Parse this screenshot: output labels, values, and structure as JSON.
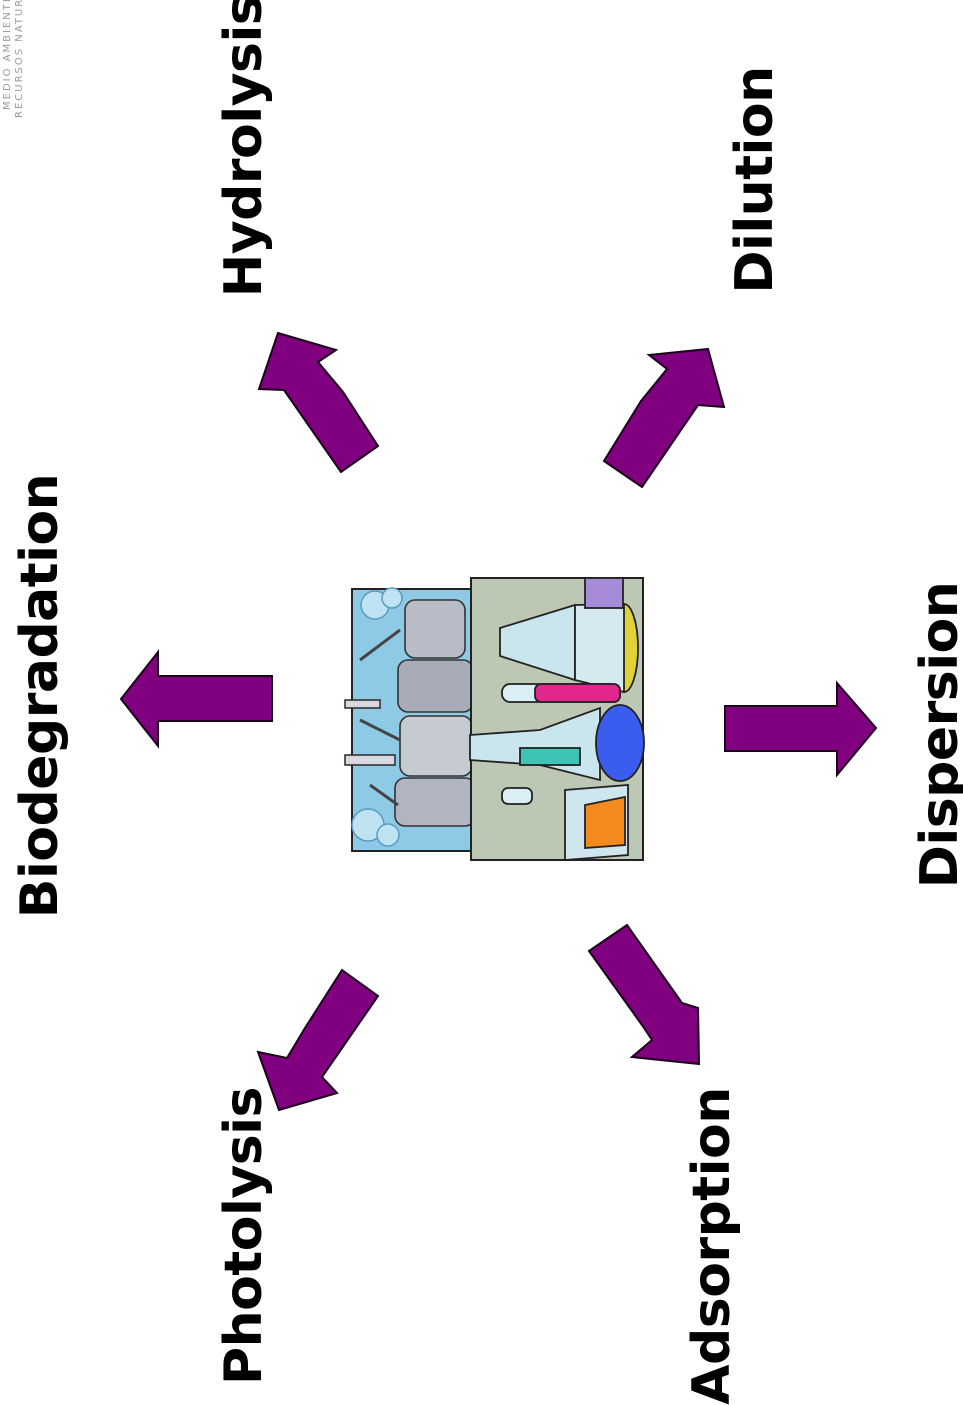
{
  "labels": {
    "hydrolysis": "Hydrolysis",
    "dilution": "Dilution",
    "biodegradation": "Biodegradation",
    "dispersion": "Dispersion",
    "photolysis": "Photolysis",
    "adsorption": "Adsorption"
  },
  "watermark": {
    "line1": "MEDIO AMBIENTE Y",
    "line2": "RECURSOS NATURALES"
  },
  "colors": {
    "arrow_fill": "#800080",
    "arrow_stroke": "#1a001a",
    "text": "#000000"
  },
  "center_image": {
    "icon": "chemical-factory-lab-glassware-clipart"
  }
}
